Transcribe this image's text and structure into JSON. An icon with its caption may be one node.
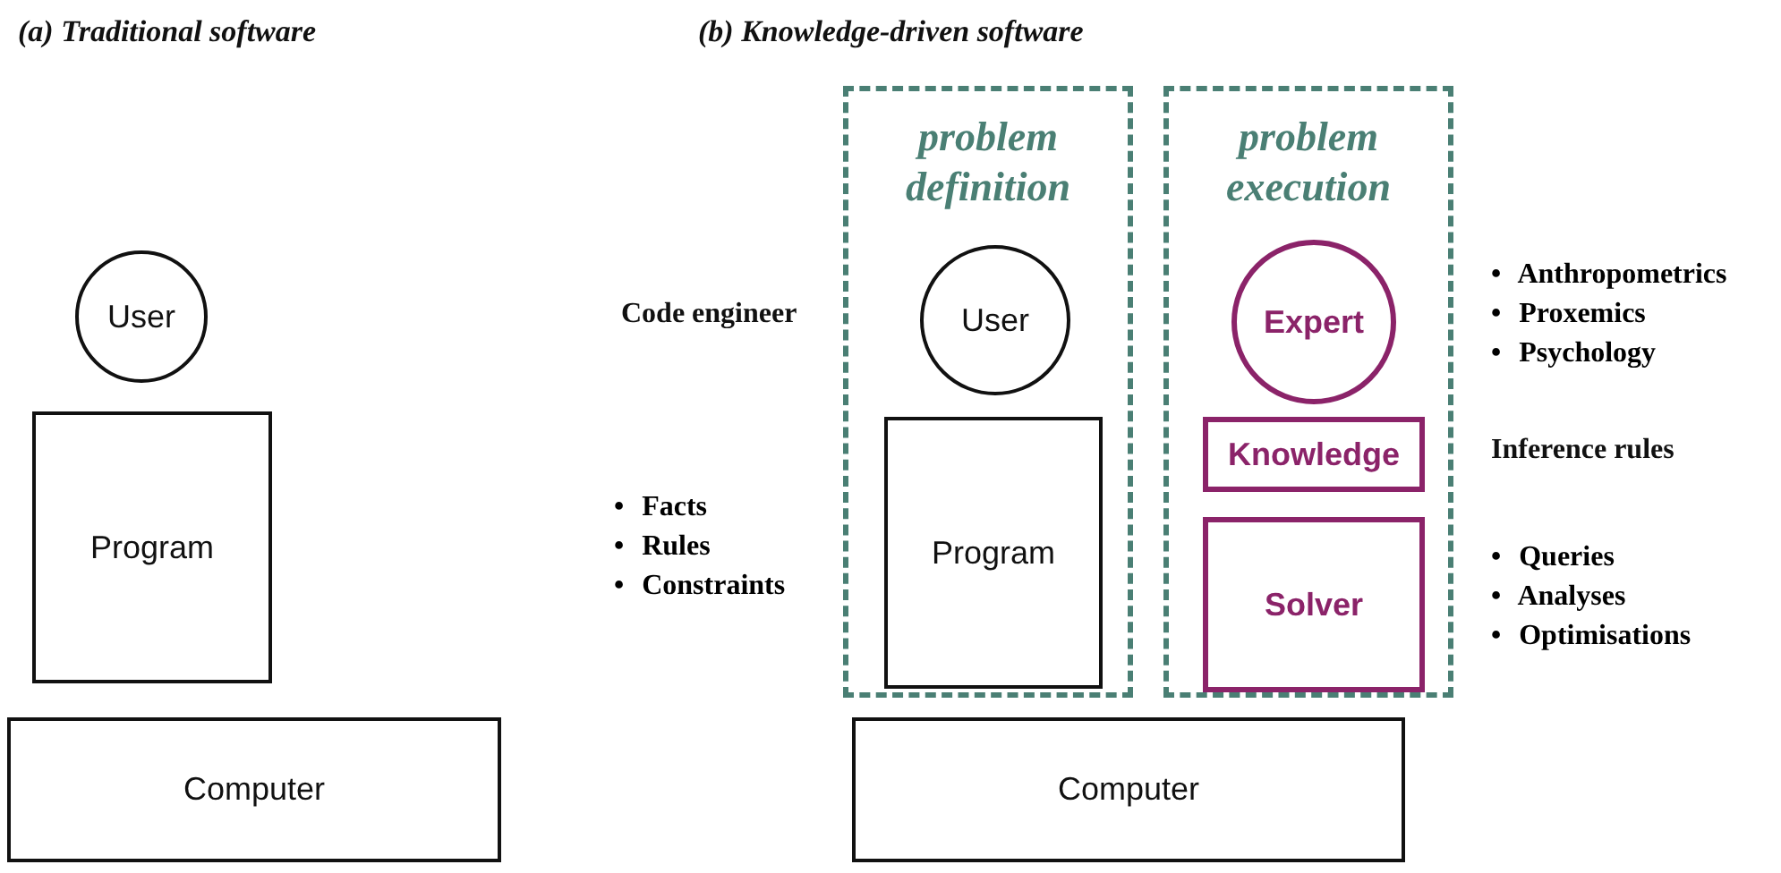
{
  "diagram": {
    "nodes": [
      {
        "text": [
          "User"
        ]
      },
      {
        "text": [
          "Program"
        ]
      },
      {
        "text": [
          "Computer"
        ]
      },
      {
        "text": [
          "problem definition"
        ]
      },
      {
        "text": [
          "User"
        ],
        "in": 3
      },
      {
        "text": [
          "Program"
        ],
        "in": 3
      },
      {
        "text": [
          "problem execution"
        ]
      },
      {
        "text": [
          "Expert"
        ],
        "in": 6
      },
      {
        "text": [
          "Knowledge"
        ],
        "in": 6
      },
      {
        "text": [
          "Solver"
        ],
        "in": 6
      },
      {
        "text": [
          "Computer"
        ]
      }
    ],
    "labels": [
      "(a) Traditional software",
      "(b) Knowledge-driven software",
      "Code engineer",
      "• Anthropometrics",
      "• Proxemics",
      "• Psychology",
      "Inference rules",
      "• Facts",
      "• Rules",
      "• Constraints",
      "• Queries",
      "• Analyses",
      "• Optimisations"
    ]
  }
}
